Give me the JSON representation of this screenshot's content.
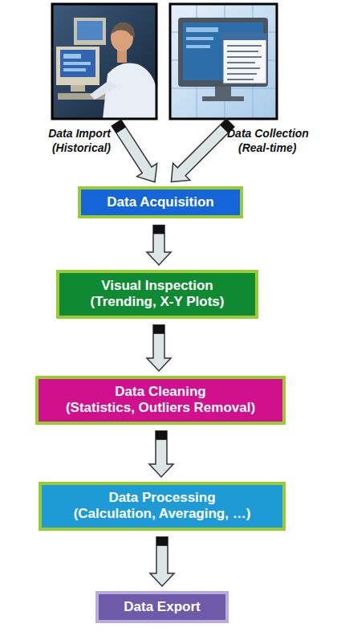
{
  "diagram": {
    "nodes": [
      {
        "text": [
          "Data Acquisition"
        ]
      },
      {
        "text": [
          "Visual Inspection",
          "(Trending, X-Y Plots)"
        ]
      },
      {
        "text": [
          "Data Cleaning",
          "(Statistics, Outliers Removal)"
        ]
      },
      {
        "text": [
          "Data Processing",
          "(Calculation, Averaging, …)"
        ]
      },
      {
        "text": [
          "Data Export"
        ]
      }
    ],
    "edges": [
      {
        "from": 0,
        "to": 1,
        "arrow": "to"
      },
      {
        "from": 1,
        "to": 2,
        "arrow": "to"
      },
      {
        "from": 2,
        "to": 3,
        "arrow": "to"
      },
      {
        "from": 3,
        "to": 4,
        "arrow": "to"
      }
    ],
    "labels": [
      "Data Import",
      "(Historical)",
      "Data Collection",
      "(Real-time)"
    ]
  }
}
